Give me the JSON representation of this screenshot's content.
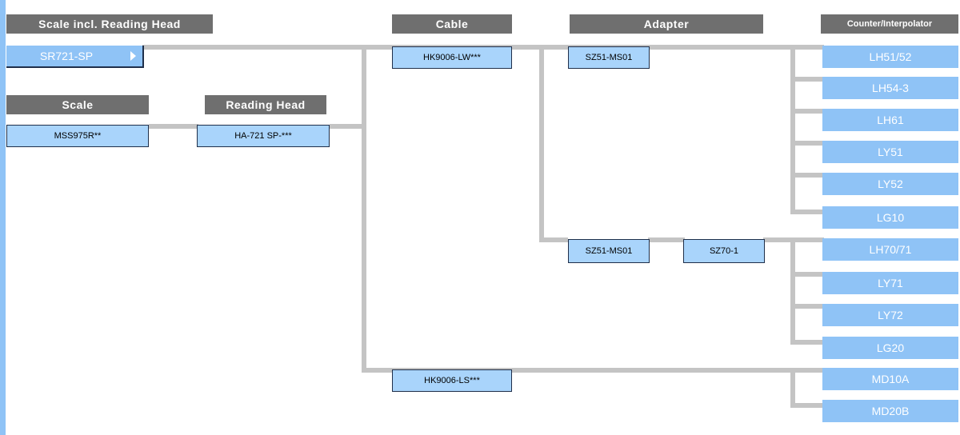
{
  "headers": {
    "scale_incl_reading_head": "Scale incl. Reading Head",
    "scale": "Scale",
    "reading_head": "Reading Head",
    "cable": "Cable",
    "adapter": "Adapter",
    "counter_interpolator": "Counter/Interpolator"
  },
  "scale_incl_reading_head": {
    "label": "SR721-SP"
  },
  "scale": {
    "label": "MSS975R**"
  },
  "reading_head": {
    "label": "HA-721 SP-***"
  },
  "cables": {
    "lw": "HK9006-LW***",
    "ls": "HK9006-LS***"
  },
  "adapters": {
    "first": "SZ51-MS01",
    "second": "SZ51-MS01",
    "third": "SZ70-1"
  },
  "counters": {
    "group1": [
      "LH51/52",
      "LH54-3",
      "LH61",
      "LY51",
      "LY52",
      "LG10"
    ],
    "group2": [
      "LH70/71",
      "LY71",
      "LY72",
      "LG20"
    ],
    "group3": [
      "MD10A",
      "MD20B"
    ]
  },
  "colors": {
    "header_bg": "#6f6f6f",
    "box_bg": "#a9d4fb",
    "output_bg": "#8fc3f6",
    "connector": "#c4c4c4"
  }
}
